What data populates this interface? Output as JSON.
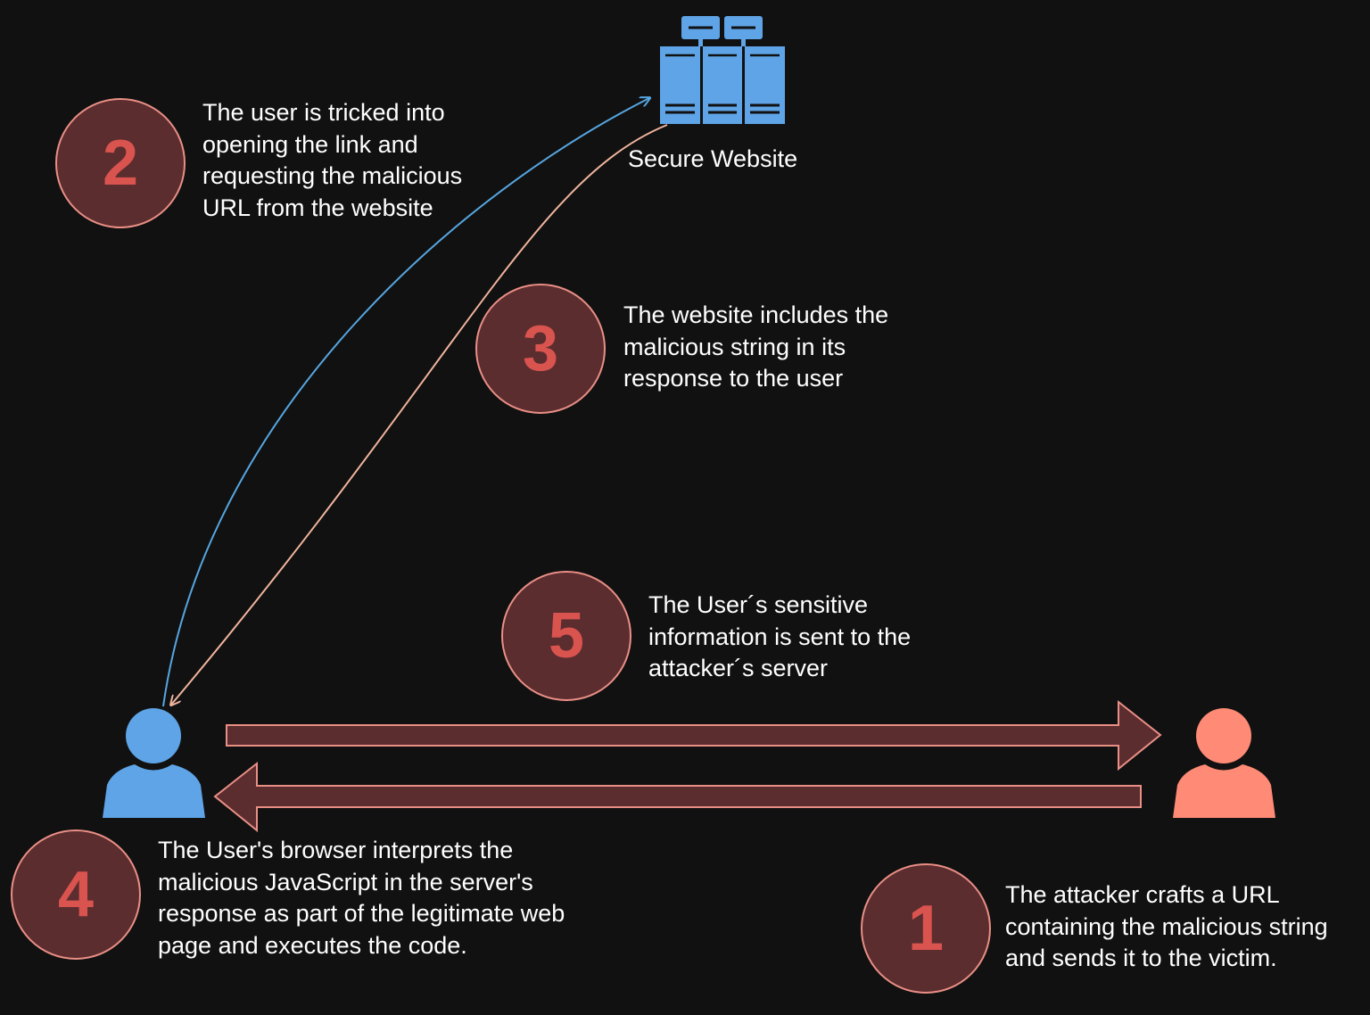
{
  "colors": {
    "background": "#111111",
    "website_blue": "#5ea4e6",
    "request_arrow": "#56a6e0",
    "response_arrow": "#f0b49d",
    "attacker_salmon": "#ff8a75",
    "badge_fill": "#5b2d2f",
    "badge_stroke": "#ea8f86",
    "badge_number": "#d9534f",
    "flow_arrow_fill": "#5b2d2f",
    "flow_arrow_stroke": "#ea8f86"
  },
  "nodes": {
    "website": {
      "label": "Secure Website",
      "icon": "server-rack-icon"
    },
    "victim": {
      "icon": "user-icon"
    },
    "attacker": {
      "icon": "user-icon"
    }
  },
  "steps": [
    {
      "number": "1",
      "text": "The attacker crafts a URL\ncontaining the malicious string\nand sends it to the victim."
    },
    {
      "number": "2",
      "text": "The user is tricked into\nopening the link and\nrequesting the malicious\nURL from the website"
    },
    {
      "number": "3",
      "text": "The website includes the\nmalicious string in its\nresponse to the user"
    },
    {
      "number": "4",
      "text": "The User's browser interprets the\nmalicious JavaScript in the server's\nresponse as part of the legitimate web\npage and executes the code."
    },
    {
      "number": "5",
      "text": "The User´s sensitive\ninformation is sent to the\nattacker´s server"
    }
  ]
}
